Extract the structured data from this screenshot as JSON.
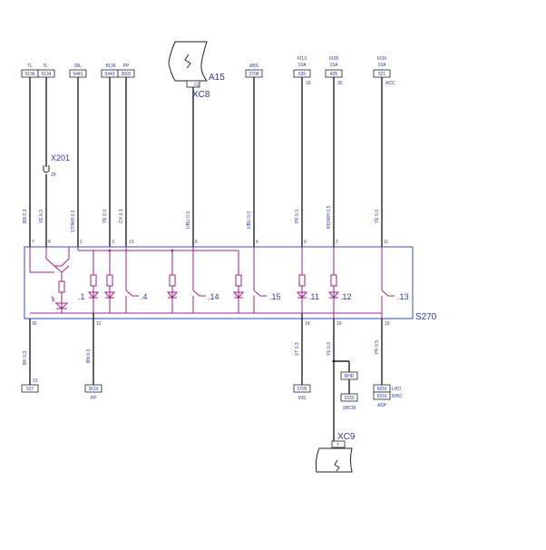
{
  "colors": {
    "wire": "#222222",
    "internal": "#a0208f",
    "labels": "#2b3bb0",
    "background": "#ffffff"
  },
  "top_connectors": [
    {
      "id": "tl1",
      "header": "TL",
      "box": "5136"
    },
    {
      "id": "tl2",
      "header": "TL",
      "box": "5134"
    },
    {
      "id": "irl",
      "header": "IRL",
      "box": "5441"
    },
    {
      "id": "bcm",
      "header": "BCM",
      "box": "5443"
    },
    {
      "id": "pp",
      "header": "PP",
      "box": "3602"
    },
    {
      "id": "abs",
      "header": "ABS",
      "box": "2708"
    },
    {
      "id": "fi13",
      "header": "FI13",
      "sub": "10A",
      "box": "535",
      "pin": "15"
    },
    {
      "id": "fi28",
      "header": "FI28",
      "sub": "15A",
      "box": "435",
      "pin": "30"
    },
    {
      "id": "fi39",
      "header": "FI39",
      "sub": "10A",
      "box": "521",
      "pin": "ACC"
    }
  ],
  "a15": {
    "label": "A15",
    "pin": "21",
    "connector": "XC8"
  },
  "x201": {
    "label": "X201",
    "pin": "29"
  },
  "wires": [
    {
      "id": "w1",
      "color": "BN 0.3",
      "pin_top": "7"
    },
    {
      "id": "w2",
      "color": "YE 0.3",
      "pin_top": "8"
    },
    {
      "id": "w3",
      "color": "VT/WH 0.3",
      "pin_top": "1"
    },
    {
      "id": "w4",
      "color": "YE 0.3",
      "pin_top": "3"
    },
    {
      "id": "w5",
      "color": "GY 0.3",
      "pin_top": "13"
    },
    {
      "id": "w6",
      "color": "UBU 0.3",
      "pin_top": "5"
    },
    {
      "id": "w7",
      "color": "UBU 0.3",
      "pin_top": "4"
    },
    {
      "id": "w8",
      "color": "PK 0.3",
      "pin_top": "9"
    },
    {
      "id": "w9",
      "color": "RD/WH 0.5",
      "pin_top": "2"
    },
    {
      "id": "w10",
      "color": "YE 0.3",
      "pin_top": "11"
    }
  ],
  "switch_labels": [
    ".1",
    ".4",
    ".14",
    ".15",
    ".11",
    ".12",
    ".13"
  ],
  "module": {
    "label": "S270"
  },
  "bottom_wires": [
    {
      "id": "b1",
      "pin": "16",
      "color": "BK 0.3",
      "pin2": "31",
      "box": "937"
    },
    {
      "id": "b2",
      "pin": "12",
      "color": "BN 0.3",
      "box": "3610",
      "caption": "PP"
    },
    {
      "id": "b3",
      "pin": "14",
      "color": "VT 0.3",
      "box": "5705",
      "caption": "INS"
    },
    {
      "id": "b4",
      "pin": "10",
      "color": "YE 0.3"
    },
    {
      "id": "b5",
      "pin": "15",
      "color": "PK 0.5",
      "box1": "5816",
      "box2": "5916",
      "tag1": "LHD",
      "tag2": "RHD",
      "caption": "ASP"
    }
  ],
  "rhd": {
    "tag": "RHD",
    "box": "5333",
    "caption": "XBCM"
  },
  "xc9": {
    "label": "XC9",
    "pin": "7"
  }
}
